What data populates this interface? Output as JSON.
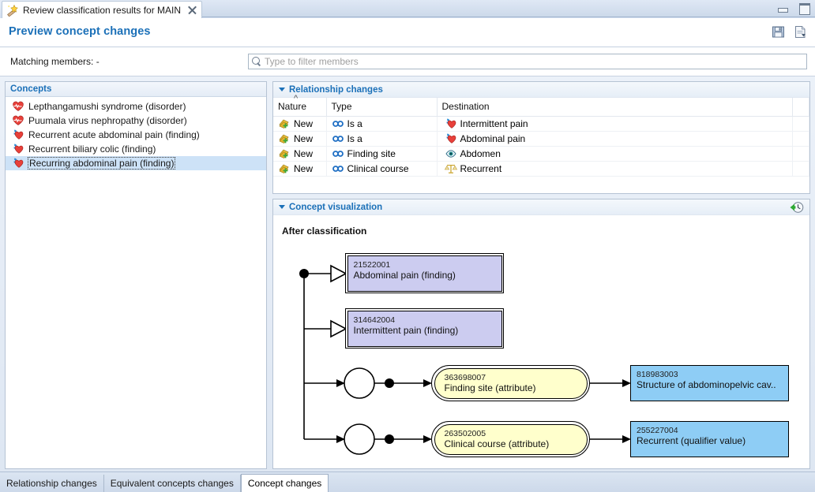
{
  "window": {
    "editor_tab_label": "Review classification results for MAIN",
    "editor_tab_icon": "wizard-wand-icon",
    "close_icon": "close-icon",
    "minimize_icon": "minimize-icon",
    "maximize_icon": "maximize-icon"
  },
  "header": {
    "title": "Preview concept changes",
    "save_icon": "save-floppy-icon",
    "save_as_icon": "save-as-document-icon"
  },
  "filter": {
    "matching_label": "Matching members: -",
    "search_icon": "search-icon",
    "search_value": "",
    "search_placeholder": "Type to filter members"
  },
  "concepts_panel": {
    "title": "Concepts",
    "items": [
      {
        "label": "Lepthangamushi syndrome (disorder)",
        "icon": "disorder-heart-icon",
        "selected": false
      },
      {
        "label": "Puumala virus nephropathy (disorder)",
        "icon": "disorder-heart-icon",
        "selected": false
      },
      {
        "label": "Recurrent acute abdominal pain (finding)",
        "icon": "finding-heart-icon",
        "selected": false
      },
      {
        "label": "Recurrent biliary colic (finding)",
        "icon": "finding-heart-icon",
        "selected": false
      },
      {
        "label": "Recurring abdominal pain (finding)",
        "icon": "finding-heart-icon",
        "selected": true
      }
    ]
  },
  "relationship_changes": {
    "title": "Relationship changes",
    "twisty_icon": "chevron-down-icon",
    "columns": [
      "Nature",
      "Type",
      "Destination"
    ],
    "sorted_column": "Nature",
    "rows": [
      {
        "nature": "New",
        "nature_icon": "new-change-icon",
        "type": "Is a",
        "type_icon": "relationship-link-icon",
        "destination": "Intermittent pain",
        "destination_icon": "finding-heart-icon"
      },
      {
        "nature": "New",
        "nature_icon": "new-change-icon",
        "type": "Is a",
        "type_icon": "relationship-link-icon",
        "destination": "Abdominal pain",
        "destination_icon": "finding-heart-icon"
      },
      {
        "nature": "New",
        "nature_icon": "new-change-icon",
        "type": "Finding site",
        "type_icon": "relationship-link-icon",
        "destination": "Abdomen",
        "destination_icon": "body-structure-eye-icon"
      },
      {
        "nature": "New",
        "nature_icon": "new-change-icon",
        "type": "Clinical course",
        "type_icon": "relationship-link-icon",
        "destination": "Recurrent",
        "destination_icon": "qualifier-scales-icon"
      }
    ]
  },
  "concept_visualization": {
    "title": "Concept visualization",
    "twisty_icon": "chevron-down-icon",
    "history_icon": "history-clock-icon",
    "subtitle": "After classification",
    "nodes": [
      {
        "id": "parent-abdominal-pain",
        "kind": "parent",
        "sctid": "21522001",
        "fsn": "Abdominal pain (finding)"
      },
      {
        "id": "parent-intermittent-pain",
        "kind": "parent",
        "sctid": "314642004",
        "fsn": "Intermittent pain (finding)"
      },
      {
        "id": "attribute-finding-site",
        "kind": "attribute",
        "sctid": "363698007",
        "fsn": "Finding site (attribute)"
      },
      {
        "id": "attribute-clinical-course",
        "kind": "attribute",
        "sctid": "263502005",
        "fsn": "Clinical course (attribute)"
      },
      {
        "id": "value-structure-abdominopelvic",
        "kind": "value",
        "sctid": "818983003",
        "fsn": "Structure of abdominopelvic cav.."
      },
      {
        "id": "value-recurrent",
        "kind": "value",
        "sctid": "255227004",
        "fsn": "Recurrent (qualifier value)"
      }
    ]
  },
  "bottom_tabs": [
    {
      "label": "Relationship changes",
      "active": false
    },
    {
      "label": "Equivalent concepts changes",
      "active": false
    },
    {
      "label": "Concept changes",
      "active": true
    }
  ],
  "colors": {
    "accent_blue": "#1b70b8",
    "parent_node_fill": "#ccccf0",
    "attribute_node_fill": "#ffffcc",
    "value_node_fill": "#8ecdf5",
    "selection_blue": "#cde2f7"
  }
}
